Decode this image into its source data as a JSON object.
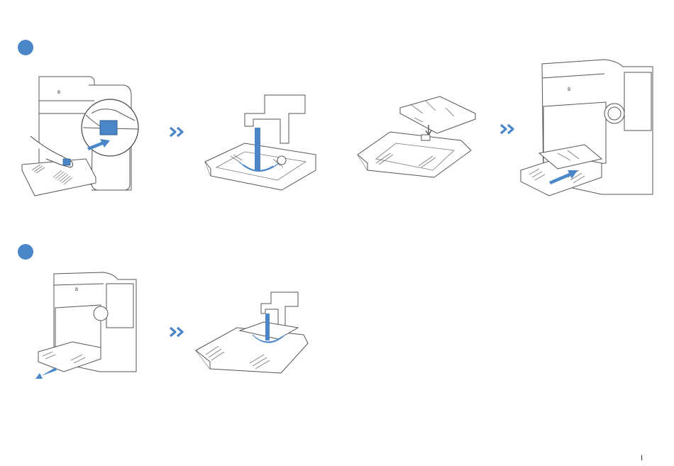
{
  "colors": {
    "accent": "#4a86c8",
    "line": "#555555",
    "light_line": "#8a8a8a"
  },
  "icons": {
    "step_marker": "blue-circle",
    "next_arrow": "double-chevron-right",
    "push_arrow": "blue-arrow",
    "pull_arrow": "blue-arrow"
  },
  "page": {
    "number": "I"
  }
}
